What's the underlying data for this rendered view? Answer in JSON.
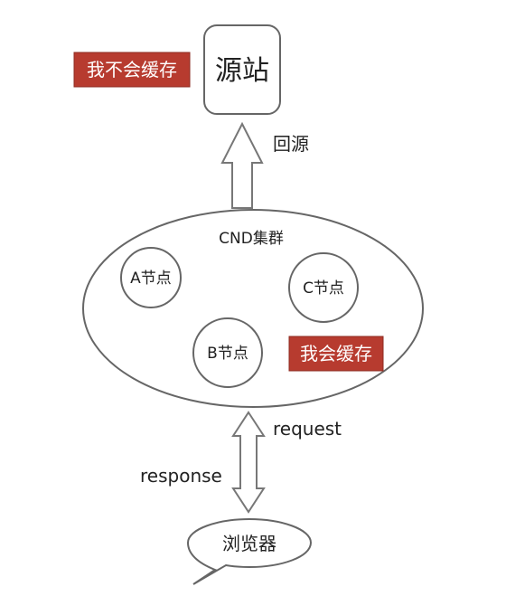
{
  "origin": {
    "label": "源站",
    "badge": "我不会缓存"
  },
  "back_to_origin_label": "回源",
  "cdn_cluster": {
    "label": "CND集群",
    "badge": "我会缓存",
    "nodes": [
      {
        "label": "A节点"
      },
      {
        "label": "B节点"
      },
      {
        "label": "C节点"
      }
    ]
  },
  "request_label": "request",
  "response_label": "response",
  "browser": {
    "label": "浏览器"
  },
  "colors": {
    "badge_bg": "#b73b2f",
    "badge_text": "#ffffff",
    "stroke": "#666666"
  }
}
